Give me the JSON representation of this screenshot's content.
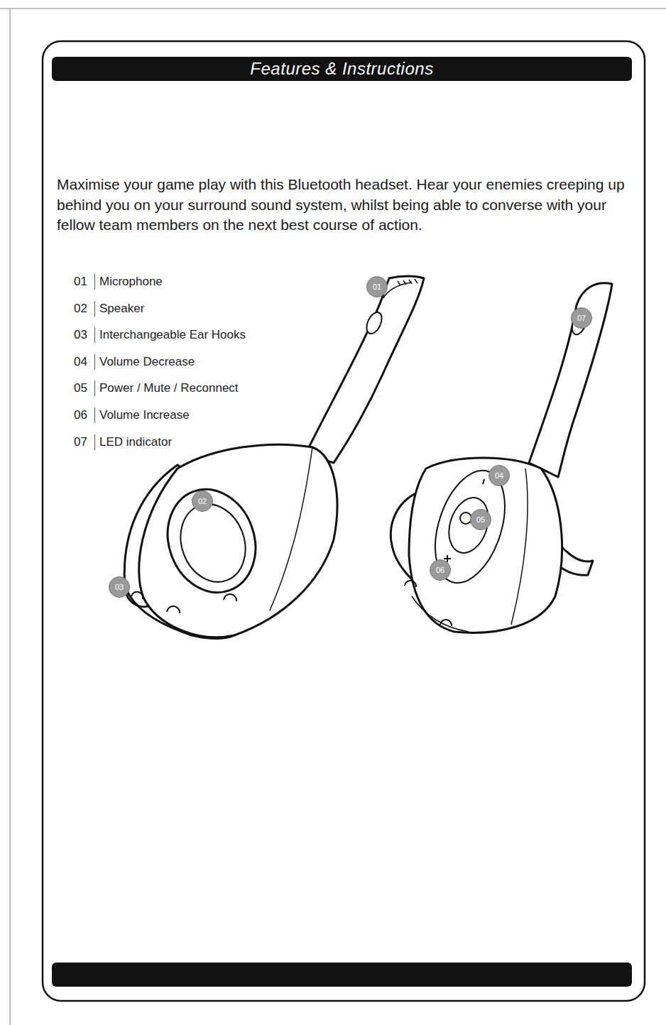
{
  "diagram": {
    "title": "Features & Instructions",
    "labels": [
      "Maximise your game play with this Bluetooth headset.  Hear your enemies creeping up behind you on your surround sound system, whilst being able to converse with your fellow team members on the next best course of action.",
      "01",
      "Microphone",
      "02",
      "Speaker",
      "03",
      "Interchangeable Ear Hooks",
      "04",
      "Volume Decrease",
      "05",
      "Power / Mute / Reconnect",
      "06",
      "Volume Increase",
      "07",
      "LED indicator",
      "01",
      "02",
      "03",
      "04",
      "05",
      "06",
      "07"
    ]
  }
}
